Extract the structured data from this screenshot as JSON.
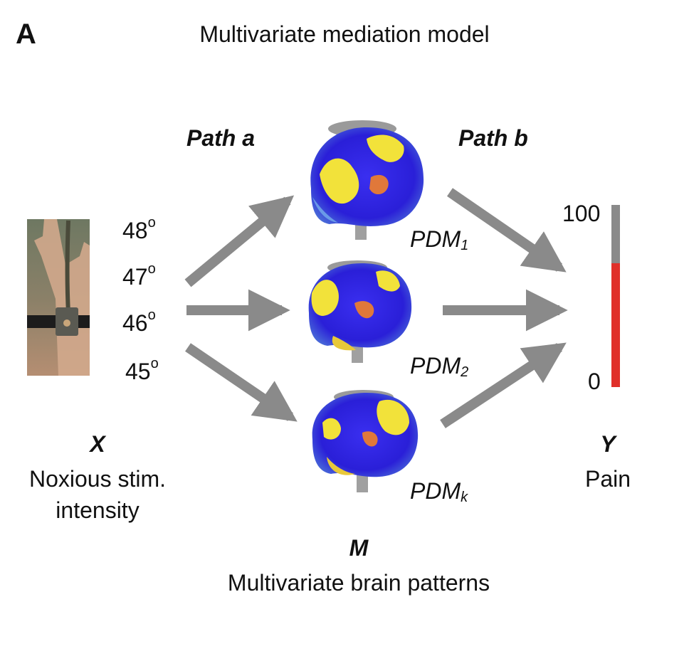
{
  "panel": {
    "letter": "A",
    "title": "Multivariate mediation model"
  },
  "paths": {
    "a": "Path a",
    "b": "Path b"
  },
  "stimulus": {
    "temperatures": [
      {
        "value": "48",
        "deg": "o"
      },
      {
        "value": "47",
        "deg": "o"
      },
      {
        "value": "46",
        "deg": "o"
      },
      {
        "value": "45",
        "deg": "o"
      }
    ]
  },
  "mediators": [
    {
      "base": "PDM",
      "sub": "1"
    },
    {
      "base": "PDM",
      "sub": "2"
    },
    {
      "base": "PDM",
      "sub": "k"
    }
  ],
  "x": {
    "symbol": "X",
    "line1": "Noxious stim.",
    "line2": "intensity"
  },
  "m": {
    "symbol": "M",
    "line1": "Multivariate brain patterns"
  },
  "y": {
    "symbol": "Y",
    "line1": "Pain"
  },
  "pain_scale": {
    "max": "100",
    "min": "0",
    "fill_fraction": 0.68,
    "fill_color": "#e0302a",
    "track_color": "#8a8a8a"
  },
  "colors": {
    "arrow": "#8a8a8a",
    "brain_blue": "#2a1fd8",
    "brain_yellow": "#f2e23a",
    "brain_orange": "#e0783a",
    "brain_gray": "#8c8c8c"
  }
}
